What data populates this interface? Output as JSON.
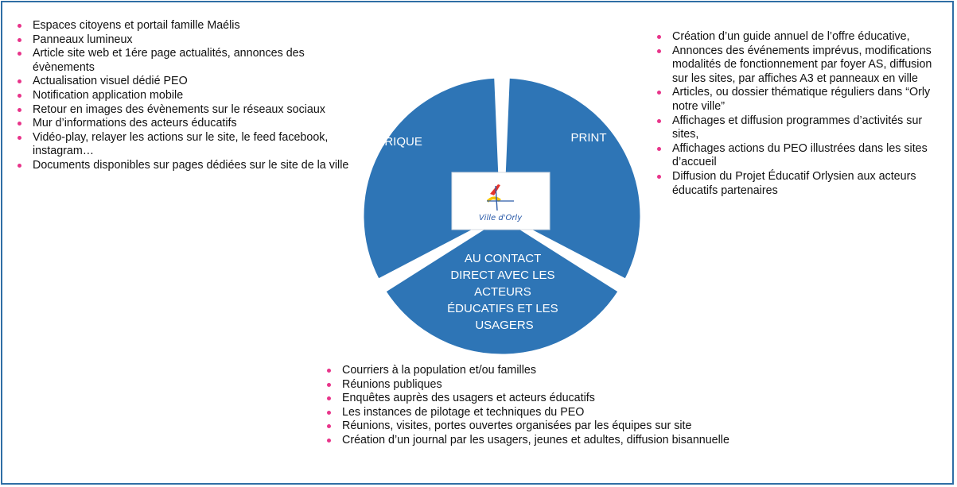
{
  "colors": {
    "segment": "#2e75b6",
    "border": "#2f6ea5",
    "bullet": "#e8348a",
    "text": "#111111",
    "logo_blue": "#2a5aa8",
    "logo_yellow": "#f5c400",
    "logo_red": "#e5332a"
  },
  "wheel": {
    "segments": [
      {
        "id": "numerique",
        "label": "NUMÉRIQUE"
      },
      {
        "id": "print",
        "label": "PRINT"
      },
      {
        "id": "contact",
        "label_lines": [
          "AU CONTACT",
          "DIRECT AVEC LES",
          "ACTEURS",
          "ÉDUCATIFS ET LES",
          "USAGERS"
        ]
      }
    ],
    "logo": {
      "text": "Ville d'Orly",
      "icon": "orly-logo-icon"
    }
  },
  "lists": {
    "numerique": [
      "Espaces citoyens et portail famille Maélis",
      "Panneaux lumineux",
      "Article site web et 1ére page actualités, annonces des évènements",
      "Actualisation visuel dédié PEO",
      "Notification application mobile",
      "Retour en images des évènements sur le réseaux sociaux",
      "Mur d’informations des acteurs éducatifs",
      "Vidéo-play, relayer les actions sur le site, le feed facebook, instagram…",
      "Documents disponibles sur pages dédiées sur le site de la ville"
    ],
    "print": [
      "Création d’un guide annuel de l’offre éducative,",
      "Annonces des événements imprévus, modifications modalités de fonctionnement par foyer AS, diffusion sur les sites, par affiches A3 et panneaux en ville",
      "Articles, ou dossier thématique réguliers dans “Orly notre ville”",
      "Affichages et diffusion programmes d’activités sur sites,",
      "Affichages actions du PEO illustrées dans les sites d’accueil",
      "Diffusion du Projet Éducatif Orlysien aux acteurs éducatifs partenaires"
    ],
    "contact": [
      "Courriers à la population et/ou familles",
      "Réunions publiques",
      "Enquêtes auprès des usagers et acteurs éducatifs",
      "Les instances de pilotage et techniques du PEO",
      "Réunions, visites, portes ouvertes organisées par les équipes sur site",
      "Création d’un journal par les usagers, jeunes et adultes, diffusion bisannuelle"
    ]
  }
}
